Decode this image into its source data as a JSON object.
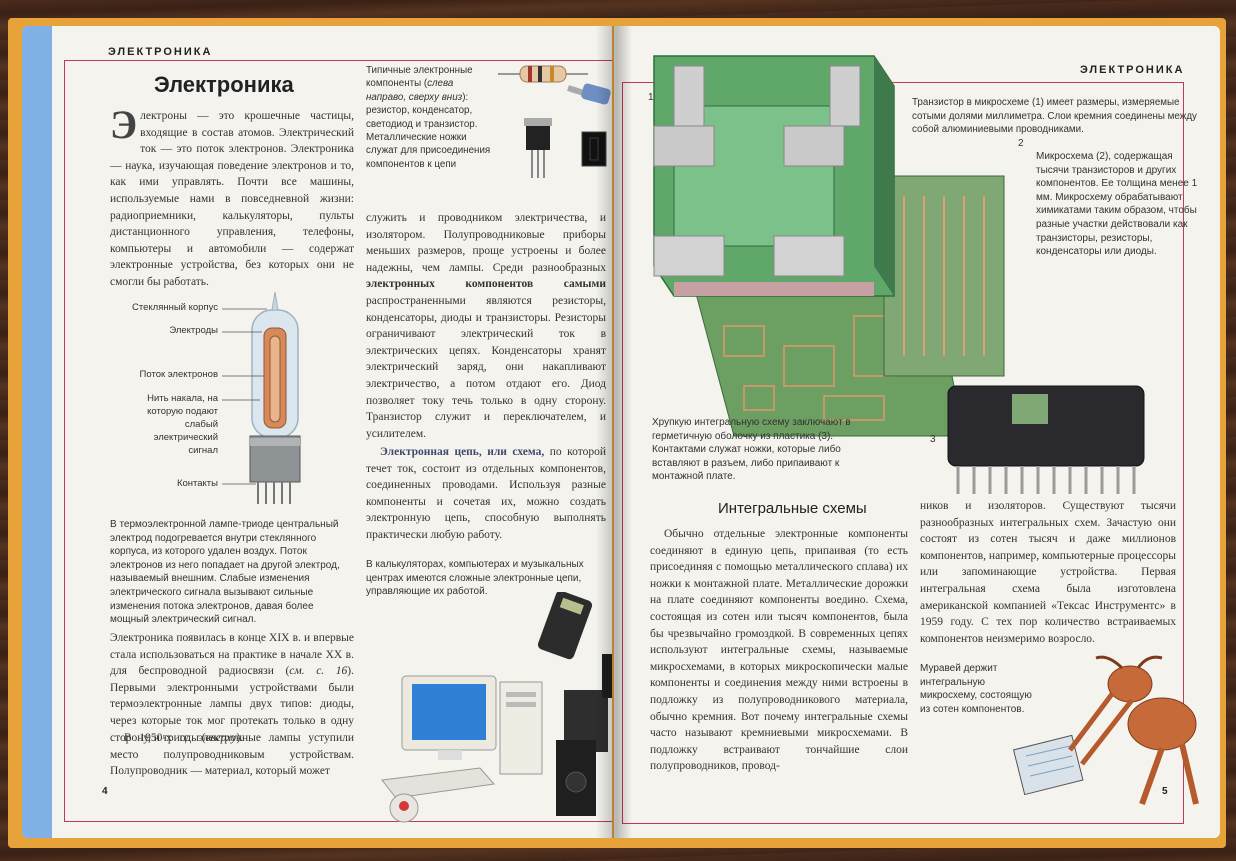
{
  "left_page": {
    "section_label": "ЭЛЕКТРОНИКА",
    "title": "Электроника",
    "intro_dropcap": "Э",
    "intro_text": "лектроны — это крошечные частицы, входящие в состав атомов. Электрический ток — это поток электронов. Электроника — наука, изучающая поведение электронов и то, как ими управлять. Почти все машины, используемые нами в повседневной жизни: радиоприемники, калькуляторы, пульты дистанционного управления, телефоны, компьютеры и автомобили — содержат электронные устройства, без которых они не смогли бы работать.",
    "components_caption_1": "Типичные электронные компоненты (",
    "components_caption_italic": "слева направо, сверху вниз",
    "components_caption_2": "): резистор, конденсатор, светодиод и транзистор. Металлические ножки служат для присоединения компонентов к цепи",
    "col2_text_1": "служить и проводником электричества, и изолятором. Полупроводниковые приборы меньших размеров, проще устроены и более надежны, чем лампы. Среди разнообразных",
    "col2_bold": "электронных компонентов самыми",
    "col2_text_2": "распространенными являются резисторы, конденсаторы, диоды и транзисторы. Резисторы ограничивают электрический ток в электрических цепях. Конденсаторы хранят электрический заряд, они накапливают электричество, а потом отдают его. Диод позволяет току течь только в одну сторону. Транзистор служит и переключателем, и усилителем.",
    "circuit_bold": "Электронная цепь, или схема,",
    "circuit_text": "по которой течет ток, состоит из отдельных компонентов, соединенных проводами. Используя разные компоненты и сочетая их, можно создать электронную цепь, способную выполнять практически любую работу.",
    "calc_caption": "В калькуляторах, компьютерах и музыкальных центрах имеются сложные электронные цепи, управляющие их работой.",
    "tube_labels": [
      "Стеклянный корпус",
      "Электроды",
      "Поток электронов",
      "Нить накала, на которую подают слабый электрический сигнал",
      "Контакты"
    ],
    "triode_caption": "В термоэлектронной лампе-триоде центральный электрод подогревается внутри стеклянного корпуса, из которого удален воздух. Поток электронов из него попадает на другой электрод, называемый внешним. Слабые изменения электрического сигнала вызывают сильные изменения потока электронов, давая более мощный электрический сигнал.",
    "history_p1_a": "Электроника появилась в конце XIX в. и впервые стала использоваться на практике в начале XX в. для беспроводной радиосвязи (",
    "history_p1_ref": "см. с. 16",
    "history_p1_b": "). Первыми электронными устройствами были термоэлектронные лампы двух типов: диоды, через которые ток мог протекать только в одну сторону, и триоды (",
    "history_p1_ref2": "вверху",
    "history_p1_c": ").",
    "history_p2": "В 1950-х гг. электронные лампы уступили место полупроводниковым устройствам. Полупроводник — материал, который может",
    "page_number": "4"
  },
  "right_page": {
    "section_label": "ЭЛЕКТРОНИКА",
    "num1": "1",
    "num2": "2",
    "num3": "3",
    "transistor_caption": "Транзистор в микросхеме (1) имеет размеры, измеряемые сотыми долями миллиметра. Слои кремния соединены между собой алюминиевыми проводниками.",
    "chip_caption": "Микросхема (2), содержащая тысячи транзисторов и других компонентов. Ее толщина менее 1 мм. Микросхему обрабатывают химикатами таким образом, чтобы разные участки действовали как транзисторы, резисторы, конденсаторы или диоды.",
    "package_caption": "Хрупкую интегральную схему заключают в герметичную оболочку из пластика (3). Контактами служат ножки, которые либо вставляют в разъем, либо припаивают к монтажной плате.",
    "ic_title": "Интегральные схемы",
    "ic_text": "Обычно отдельные электронные компоненты соединяют в единую цепь, припаивая (то есть присоединяя с помощью металлического сплава) их ножки к монтажной плате. Металлические дорожки на плате соединяют компоненты воедино. Схема, состоящая из сотен или тысяч компонентов, была бы чрезвычайно громоздкой. В современных цепях используют интегральные схемы, называемые микросхемами, в которых микроскопически малые компоненты и соединения между ними встроены в подложку из полупроводникового материала, обычно кремния. Вот почему интегральные схемы часто называют кремниевыми микросхемами. В подложку встраивают тончайшие слои полупроводников, провод-",
    "ic_text_col2": "ников и изоляторов. Существуют тысячи разнообразных интегральных схем. Зачастую они состоят из сотен тысяч и даже миллионов компонентов, например, компьютерные процессоры или запоминающие устройства. Первая интегральная схема была изготовлена американской компанией «Тексас Инструментс» в 1959 году. С тех пор количество встраиваемых компонентов неизмеримо возросло.",
    "ant_caption": "Муравей держит интегральную микросхему, состоящую из сотен компонентов.",
    "page_number": "5"
  },
  "colors": {
    "cover": "#e8a23a",
    "edge_blue": "#7fb1e6",
    "frame": "#c0395a",
    "chip_green": "#6fa867",
    "chip_package": "#2a2a2e"
  }
}
